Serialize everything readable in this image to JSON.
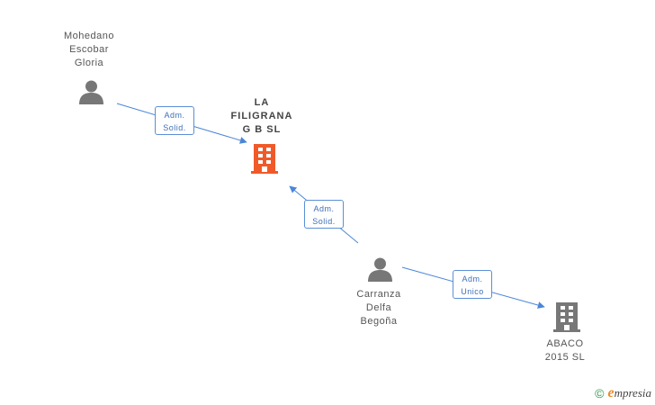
{
  "nodes": {
    "person_1": {
      "lines": [
        "Mohedano",
        "Escobar",
        "Gloria"
      ],
      "type": "person"
    },
    "company_main": {
      "lines": [
        "LA",
        "FILIGRANA",
        "G B SL"
      ],
      "type": "company",
      "color": "#f05a28"
    },
    "person_2": {
      "lines": [
        "Carranza",
        "Delfa",
        "Begoña"
      ],
      "type": "person"
    },
    "company_2": {
      "lines": [
        "ABACO",
        "2015 SL"
      ],
      "type": "company",
      "color": "#777777"
    }
  },
  "edges": [
    {
      "from": "person_1",
      "to": "company_main",
      "label": [
        "Adm.",
        "Solid."
      ]
    },
    {
      "from": "person_2",
      "to": "company_main",
      "label": [
        "Adm.",
        "Solid."
      ]
    },
    {
      "from": "person_2",
      "to": "company_2",
      "label": [
        "Adm.",
        "Unico"
      ]
    }
  ],
  "colors": {
    "edge": "#4a86d8",
    "person_icon": "#777777"
  },
  "footer": {
    "copyright": "©",
    "brand_initial": "e",
    "brand_rest": "mpresia"
  }
}
